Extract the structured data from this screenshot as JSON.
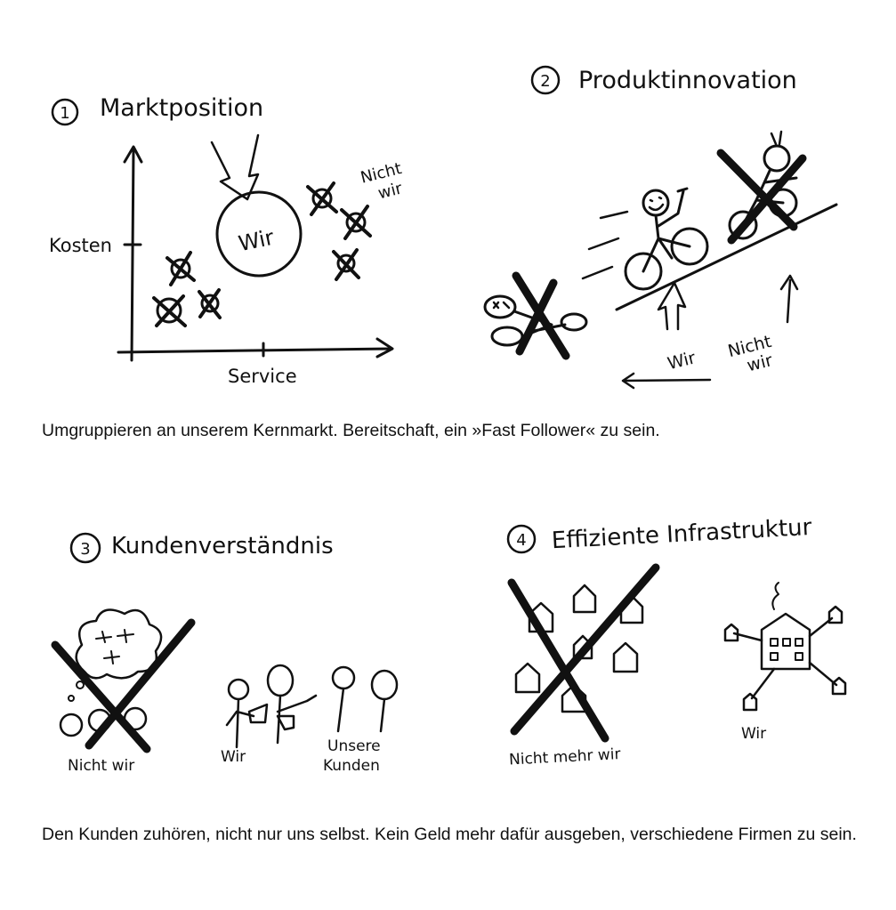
{
  "panel1": {
    "number": "1",
    "title": "Marktposition",
    "y_label": "Kosten",
    "x_label": "Service",
    "circle_label": "Wir",
    "others_label_line1": "Nicht",
    "others_label_line2": "wir"
  },
  "panel2": {
    "number": "2",
    "title": "Produktinnovation",
    "us_label": "Wir",
    "others_label_line1": "Nicht",
    "others_label_line2": "wir"
  },
  "caption1": "Umgruppieren an unserem Kernmarkt. Bereitschaft, ein »Fast Follower« zu sein.",
  "panel3": {
    "number": "3",
    "title": "Kundenverständnis",
    "left_label": "Nicht wir",
    "middle_label": "Wir",
    "right_label_line1": "Unsere",
    "right_label_line2": "Kunden"
  },
  "panel4": {
    "number": "4",
    "title": "Effiziente Infrastruktur",
    "left_label": "Nicht mehr wir",
    "right_label": "Wir"
  },
  "caption2": "Den Kunden zuhören, nicht nur uns selbst. Kein Geld mehr dafür ausgeben, verschiedene Firmen zu sein."
}
